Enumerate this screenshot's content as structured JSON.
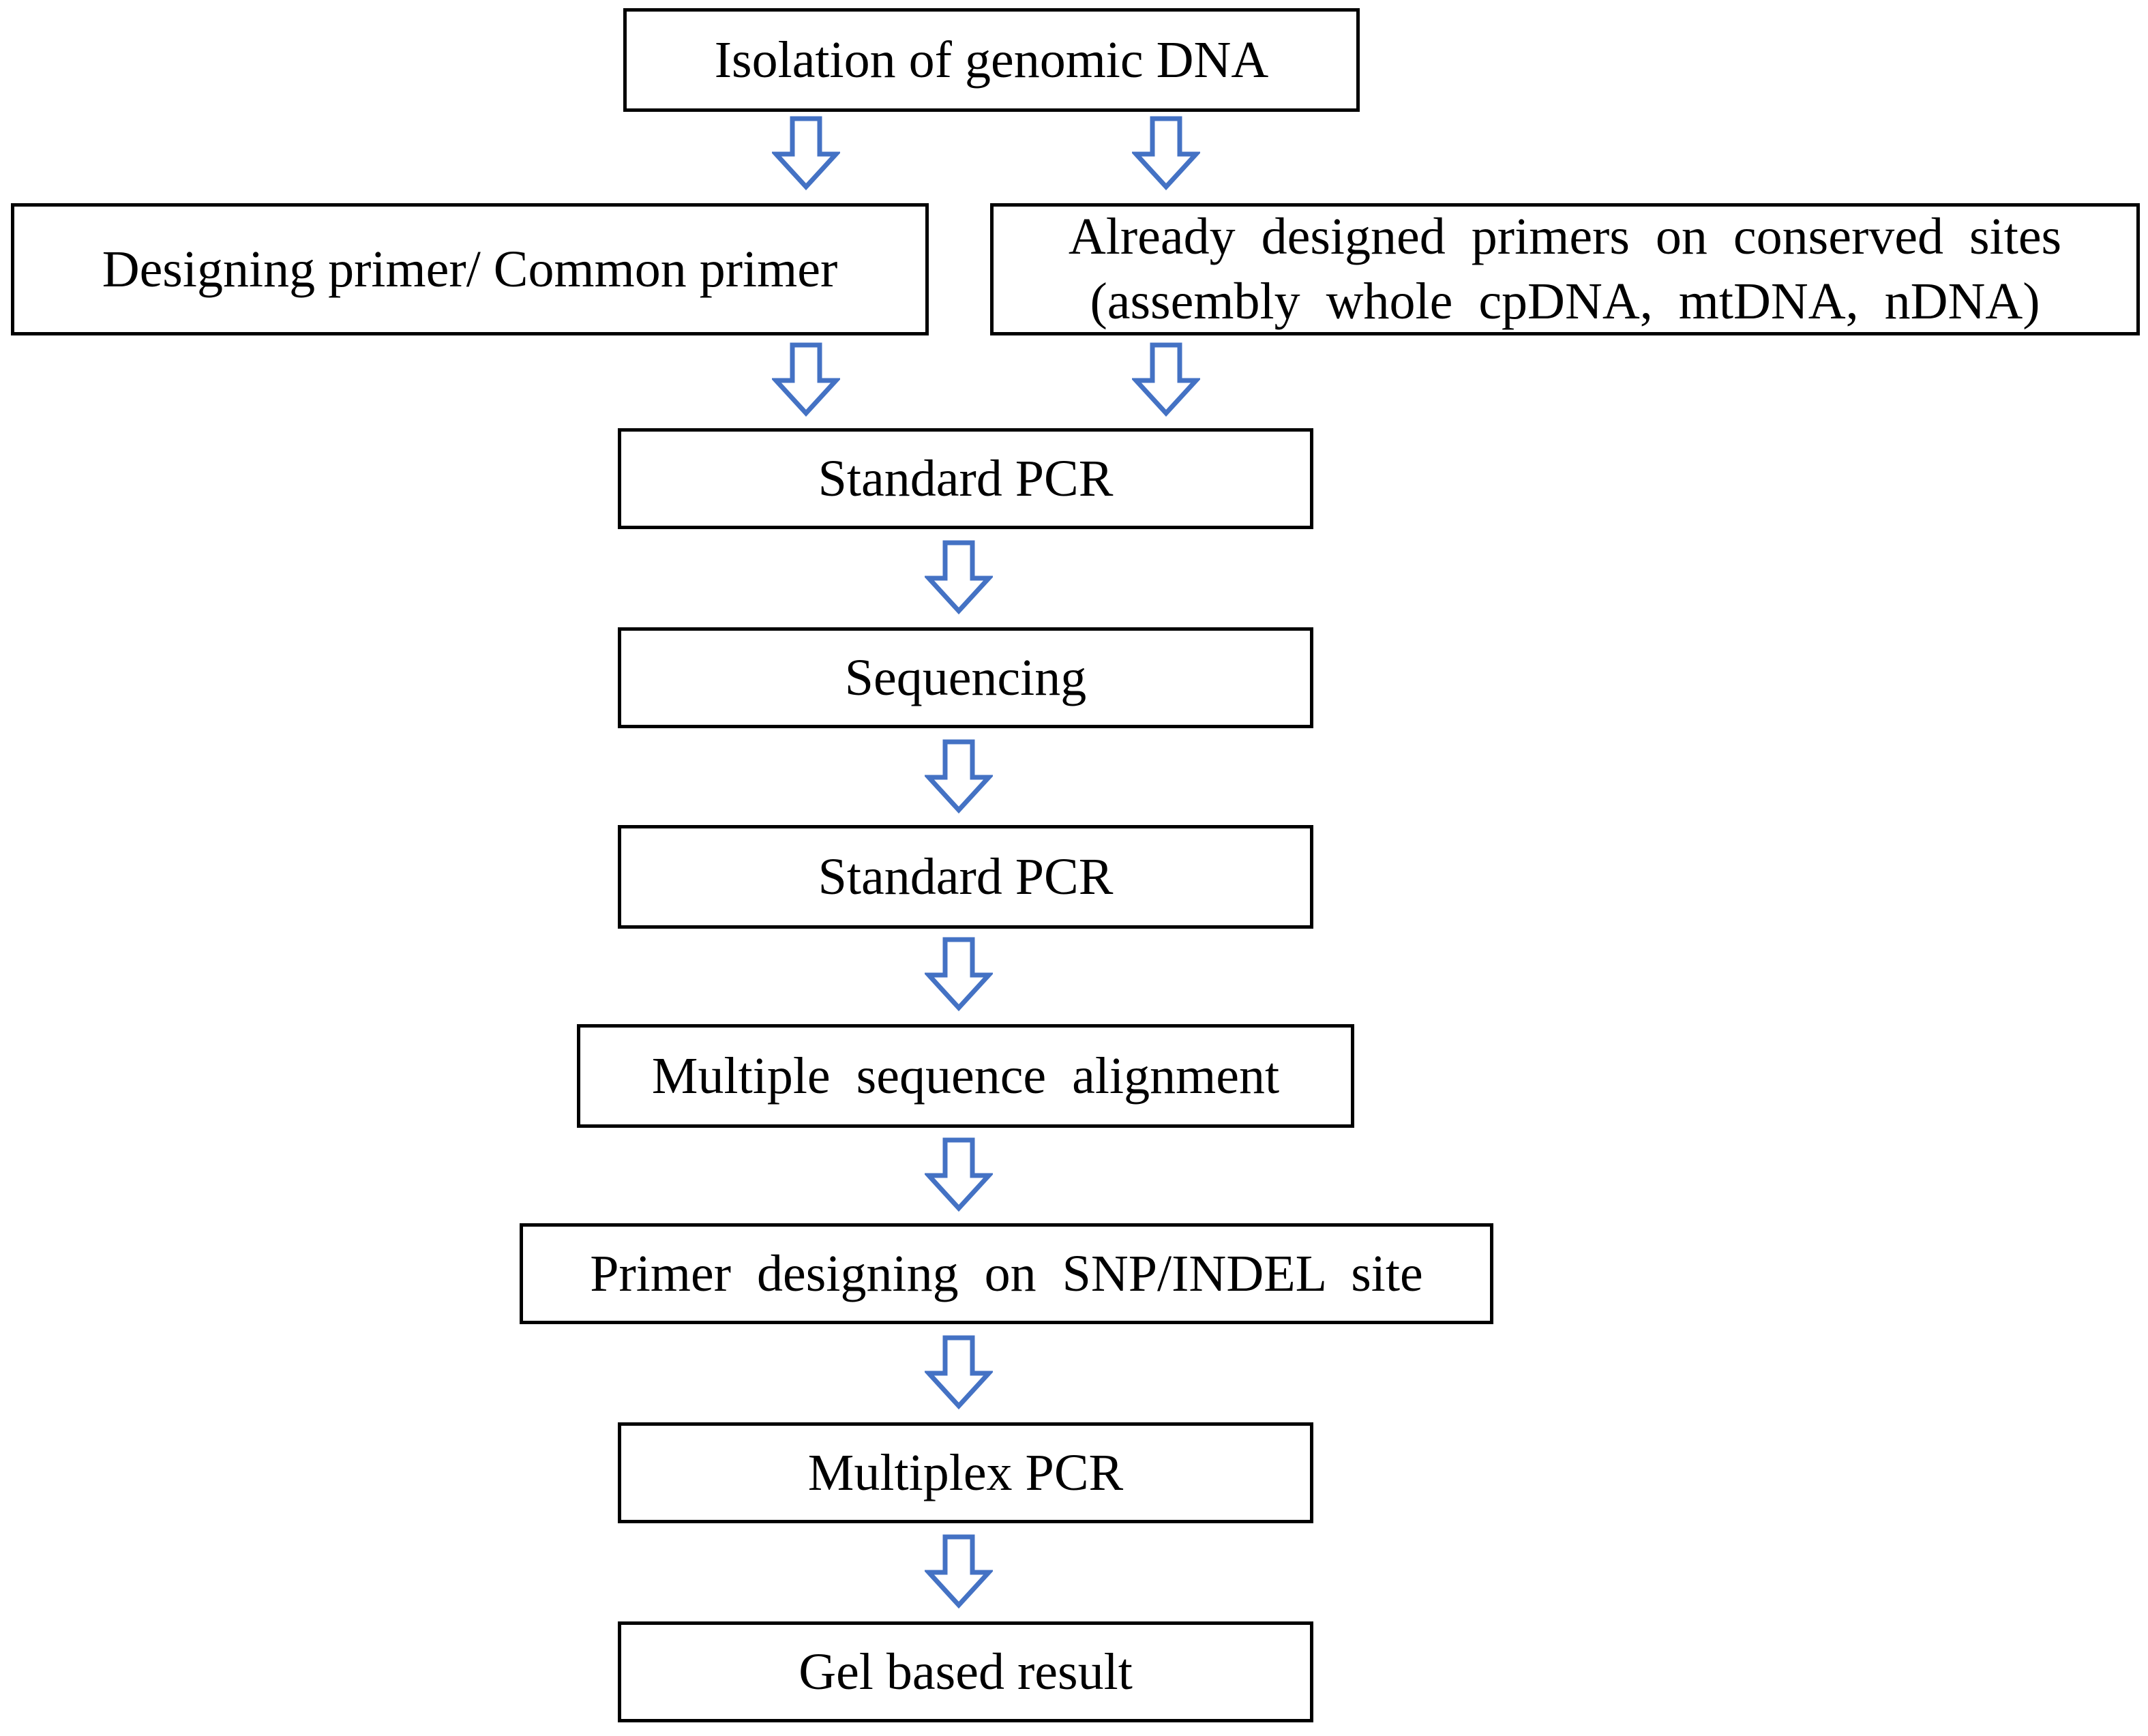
{
  "colors": {
    "arrow": "#4472C4",
    "box_border": "#000000"
  },
  "steps": {
    "isolation": "Isolation of genomic DNA",
    "designing_primer": "Designing primer/ Common primer",
    "already_designed": {
      "line1": "Already  designed  primers  on  conserved  sites",
      "line2": "(assembly  whole  cpDNA,  mtDNA,  nDNA)"
    },
    "standard_pcr_1": "Standard PCR",
    "sequencing": "Sequencing",
    "standard_pcr_2": "Standard PCR",
    "msa": "Multiple  sequence  alignment",
    "primer_snp": "Primer  designing  on  SNP/INDEL  site",
    "multiplex_pcr": "Multiplex PCR",
    "gel_result": "Gel based result"
  }
}
